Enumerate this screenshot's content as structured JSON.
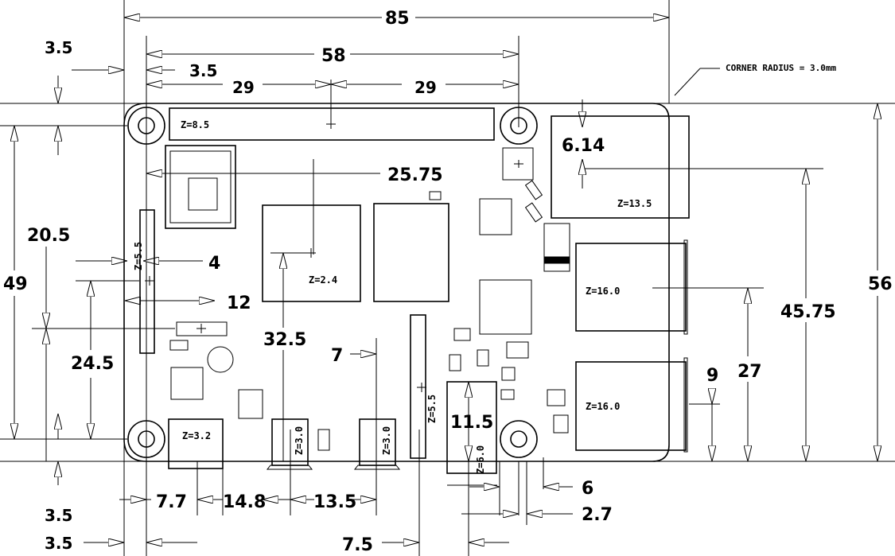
{
  "note": "CORNER RADIUS = 3.0mm",
  "dims": {
    "d85": "85",
    "d58": "58",
    "d3_5_top": "3.5",
    "d3_5_inner": "3.5",
    "d29_left": "29",
    "d29_right": "29",
    "d25_75": "25.75",
    "d6_14": "6.14",
    "d20_5": "20.5",
    "d49": "49",
    "d24_5": "24.5",
    "d4": "4",
    "d12": "12",
    "d32_5": "32.5",
    "d7": "7",
    "d11_5": "11.5",
    "d45_75": "45.75",
    "d27": "27",
    "d9": "9",
    "d56": "56",
    "d7_7": "7.7",
    "d14_8": "14.8",
    "d13_5": "13.5",
    "d6": "6",
    "d2_7": "2.7",
    "d3_5_bl1": "3.5",
    "d3_5_bl2": "3.5",
    "d7_5": "7.5"
  },
  "zlabels": {
    "gpio": "Z=8.5",
    "ethernet": "Z=13.5",
    "usb_top": "Z=16.0",
    "usb_bottom": "Z=16.0",
    "soc": "Z=2.4",
    "display": "Z=5.5",
    "camera": "Z=5.5",
    "power": "Z=3.2",
    "hdmi0": "Z=3.0",
    "hdmi1": "Z=3.0",
    "audio": "Z=6.0"
  }
}
